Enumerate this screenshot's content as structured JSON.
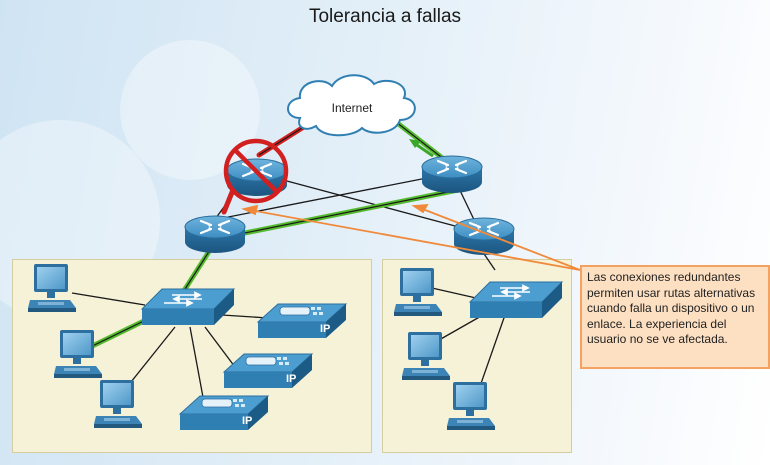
{
  "title": "Tolerancia a fallas",
  "internet_label": "Internet",
  "phone_label": "IP",
  "callout_text": "Las conexiones redundantes permiten usar rutas alternativas cuando falla un dispositivo o un enlace. La experiencia del usuario no se ve afectada.",
  "colors": {
    "failed_path": "#d21f1f",
    "active_path": "#55bb2e",
    "device_blue": "#2f7fb3",
    "callout_border": "#f4a262",
    "callout_fill": "#fde0c2",
    "panel_fill": "#f6f2d8"
  }
}
